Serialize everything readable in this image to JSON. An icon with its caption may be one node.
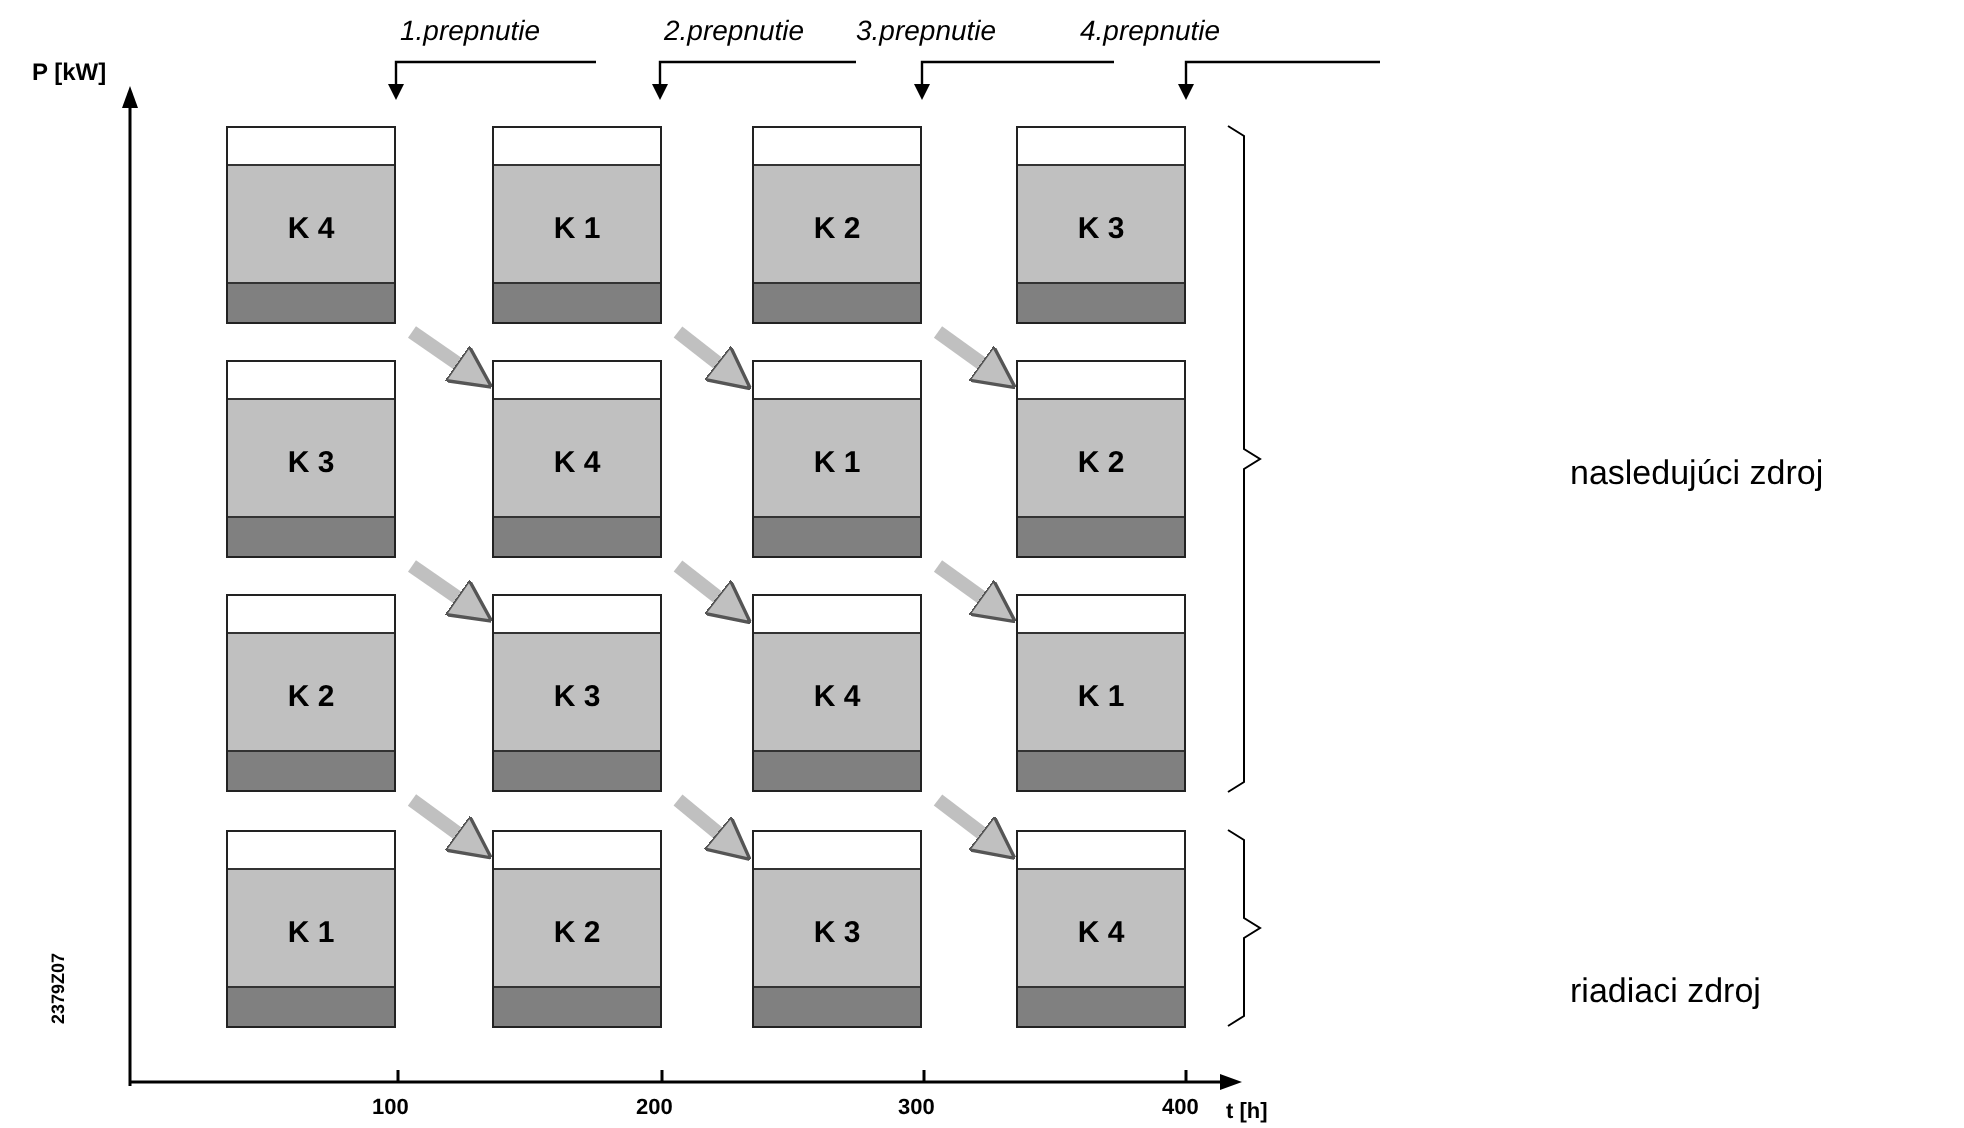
{
  "diagram": {
    "nodes": [
      {
        "text": [
          "K 4"
        ]
      },
      {
        "text": [
          "K 1"
        ]
      },
      {
        "text": [
          "K 2"
        ]
      },
      {
        "text": [
          "K 3"
        ]
      },
      {
        "text": [
          "K 3"
        ]
      },
      {
        "text": [
          "K 4"
        ]
      },
      {
        "text": [
          "K 1"
        ]
      },
      {
        "text": [
          "K 2"
        ]
      },
      {
        "text": [
          "K 2"
        ]
      },
      {
        "text": [
          "K 3"
        ]
      },
      {
        "text": [
          "K 4"
        ]
      },
      {
        "text": [
          "K 1"
        ]
      },
      {
        "text": [
          "K 1"
        ]
      },
      {
        "text": [
          "K 2"
        ]
      },
      {
        "text": [
          "K 3"
        ]
      },
      {
        "text": [
          "K 4"
        ]
      }
    ],
    "edges": [
      {
        "from": 0,
        "to": 5,
        "arrow": "to"
      },
      {
        "from": 1,
        "to": 6,
        "arrow": "to"
      },
      {
        "from": 2,
        "to": 7,
        "arrow": "to"
      },
      {
        "from": 4,
        "to": 9,
        "arrow": "to"
      },
      {
        "from": 5,
        "to": 10,
        "arrow": "to"
      },
      {
        "from": 6,
        "to": 11,
        "arrow": "to"
      },
      {
        "from": 8,
        "to": 13,
        "arrow": "to"
      },
      {
        "from": 9,
        "to": 14,
        "arrow": "to"
      },
      {
        "from": 10,
        "to": 15,
        "arrow": "to"
      }
    ],
    "labels": [
      "1.prepnutie",
      "2.prepnutie",
      "3.prepnutie",
      "4.prepnutie",
      "P [kW]",
      "nasledujúci zdroj",
      "riadiaci zdroj",
      "2379Z07",
      "100",
      "200",
      "300",
      "400",
      "t [h]"
    ]
  }
}
